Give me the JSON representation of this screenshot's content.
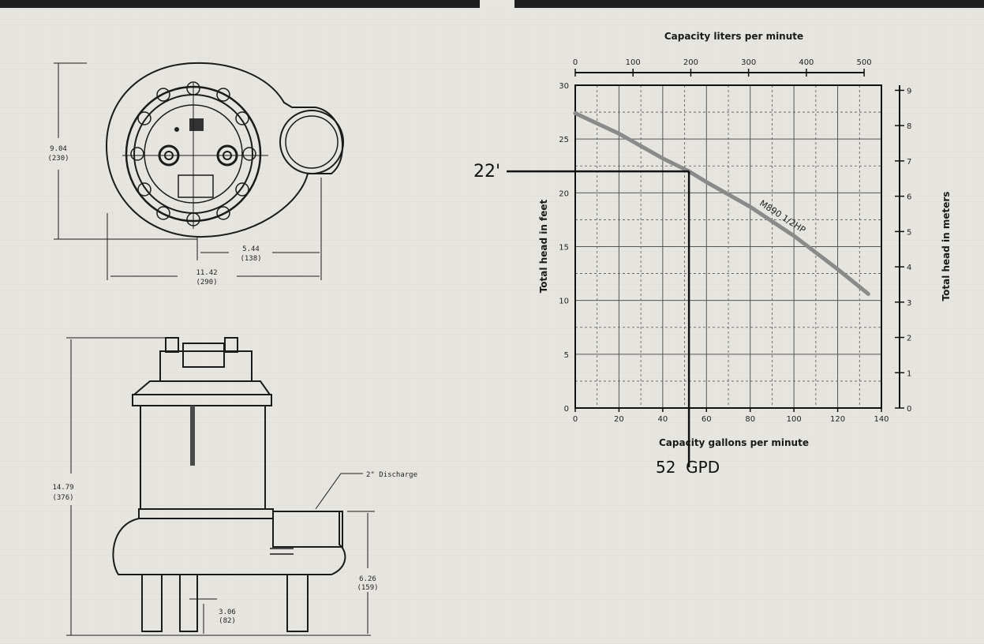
{
  "drawings": {
    "top_view": {
      "height_dim": "9.04",
      "height_dim_metric": "(230)",
      "offset_dim": "5.44",
      "offset_dim_metric": "(138)",
      "width_dim": "11.42",
      "width_dim_metric": "(290)"
    },
    "side_view": {
      "height_dim": "14.79",
      "height_dim_metric": "(376)",
      "discharge_label": "2\" Discharge",
      "base_dim": "6.26",
      "base_dim_metric": "(159)",
      "foot_dim": "3.06",
      "foot_dim_metric": "(82)"
    }
  },
  "chart_data": {
    "type": "line",
    "title": "",
    "x_top_label": "Capacity liters per minute",
    "x_top_ticks": [
      "0",
      "100",
      "200",
      "300",
      "400",
      "500"
    ],
    "xlabel": "Capacity gallons per minute",
    "x_ticks": [
      "0",
      "20",
      "40",
      "60",
      "80",
      "100",
      "120",
      "140"
    ],
    "ylabel": "Total head in feet",
    "y_ticks": [
      "0",
      "5",
      "10",
      "15",
      "20",
      "25",
      "30"
    ],
    "y_right_label": "Total head in meters",
    "y_right_ticks": [
      "0",
      "1",
      "2",
      "3",
      "4",
      "5",
      "6",
      "7",
      "8",
      "9"
    ],
    "xlim": [
      0,
      140
    ],
    "ylim": [
      0,
      30
    ],
    "grid": true,
    "series": [
      {
        "name": "M890  1/2HP",
        "x": [
          0,
          20,
          40,
          52,
          60,
          80,
          100,
          120,
          134
        ],
        "y": [
          27.4,
          25.5,
          23.2,
          22,
          21,
          18.7,
          16,
          12.9,
          10.6
        ]
      }
    ],
    "operating_point": {
      "x": 52,
      "y": 22
    },
    "annotation_head": "22'",
    "annotation_flow": "52  GPD",
    "color_curve": "#8a8a8a",
    "color_lines": "#111111"
  }
}
